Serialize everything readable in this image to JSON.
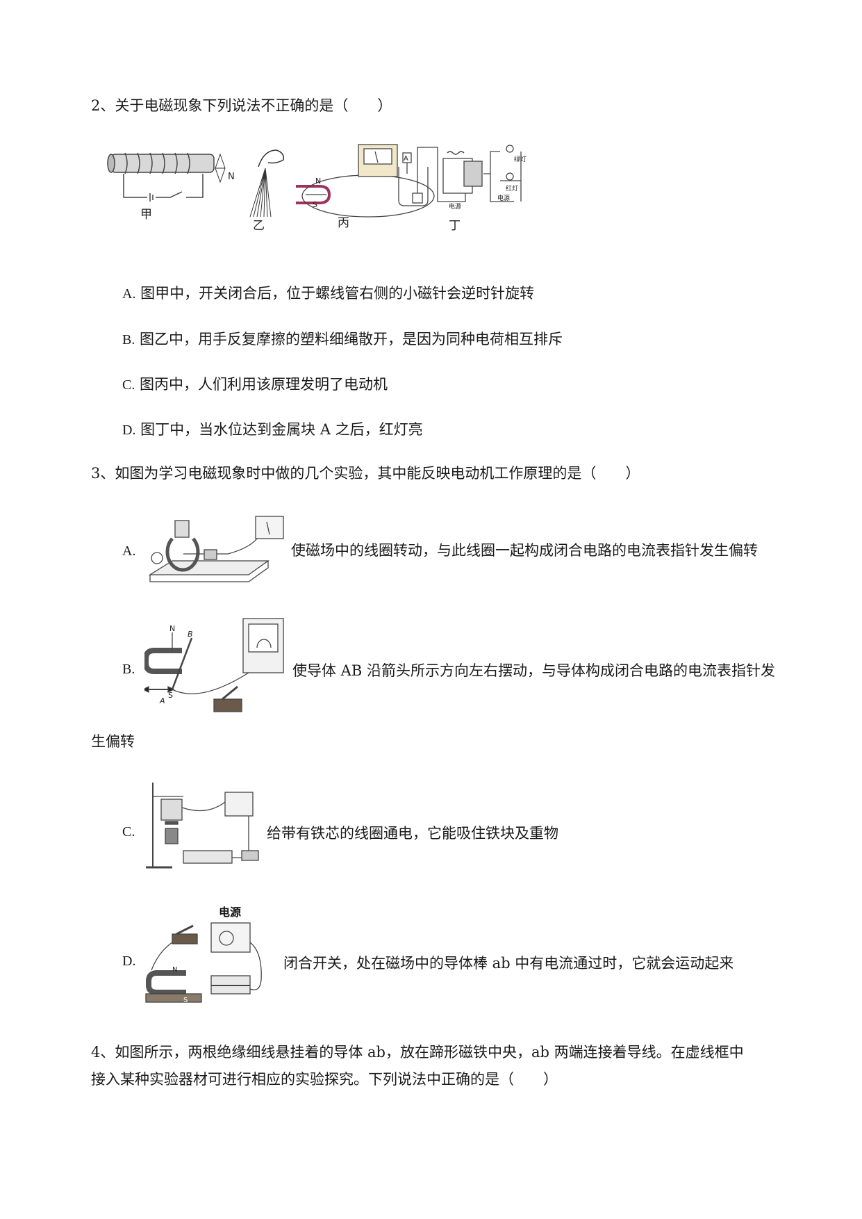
{
  "q2": {
    "stem": "2、关于电磁现象下列说法不正确的是（　　）",
    "figure_labels": {
      "jia": "甲",
      "yi": "乙",
      "bing": "丙",
      "ding": "丁",
      "n": "N",
      "s": "S",
      "a": "A",
      "lv_deng": "绿灯",
      "hong_deng": "红灯",
      "dianyuan1": "电源",
      "dianyuan2": "电源"
    },
    "options": [
      {
        "letter": "A.",
        "text": "图甲中，开关闭合后，位于螺线管右侧的小磁针会逆时针旋转"
      },
      {
        "letter": "B.",
        "text": "图乙中，用手反复摩擦的塑料细绳散开，是因为同种电荷相互排斥"
      },
      {
        "letter": "C.",
        "text": "图丙中，人们利用该原理发明了电动机"
      },
      {
        "letter": "D.",
        "text": "图丁中，当水位达到金属块 A 之后，红灯亮"
      }
    ]
  },
  "q3": {
    "stem": "3、如图为学习电磁现象时中做的几个实验，其中能反映电动机工作原理的是（　　）",
    "options": [
      {
        "letter": "A.",
        "text": "使磁场中的线圈转动，与此线圈一起构成闭合电路的电流表指针发生偏转"
      },
      {
        "letter": "B.",
        "text": "使导体 AB 沿箭头所示方向左右摆动，与导体构成闭合电路的电流表指针发",
        "text_cont": "生偏转"
      },
      {
        "letter": "C.",
        "text": "给带有铁芯的线圈通电，它能吸住铁块及重物"
      },
      {
        "letter": "D.",
        "text": "闭合开关，处在磁场中的导体棒 ab 中有电流通过时，它就会运动起来"
      }
    ],
    "figure_labels": {
      "b_N": "N",
      "b_S": "S",
      "b_A": "A",
      "b_B": "B",
      "d_power": "电源",
      "d_N": "N",
      "d_S": "S"
    }
  },
  "q4": {
    "line1": "4、如图所示，两根绝缘细线悬挂着的导体 ab，放在蹄形磁铁中央，ab 两端连接着导线。在虚线框中",
    "line2": "接入某种实验器材可进行相应的实验探究。下列说法中正确的是（　　）"
  }
}
